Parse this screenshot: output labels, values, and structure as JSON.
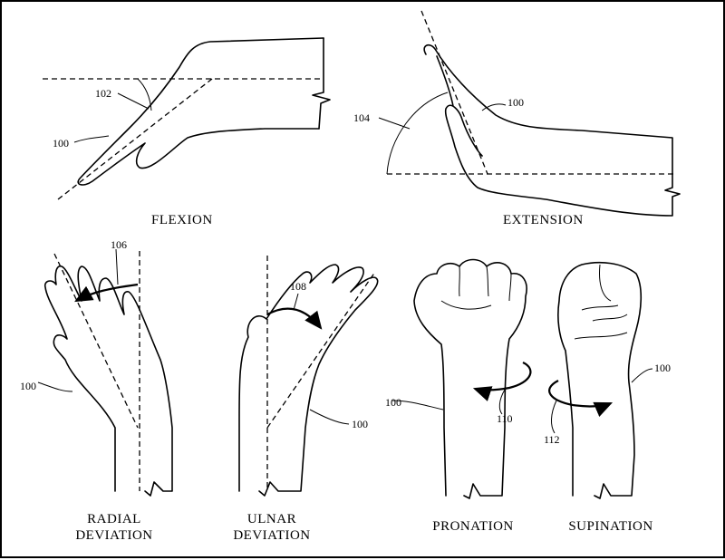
{
  "figures": {
    "flexion": {
      "caption": "FLEXION",
      "angle_ref": "102",
      "hand_ref": "100"
    },
    "extension": {
      "caption": "EXTENSION",
      "angle_ref": "104",
      "hand_ref": "100"
    },
    "radial": {
      "caption_line1": "RADIAL",
      "caption_line2": "DEVIATION",
      "angle_ref": "106",
      "hand_ref": "100"
    },
    "ulnar": {
      "caption_line1": "ULNAR",
      "caption_line2": "DEVIATION",
      "angle_ref": "108",
      "hand_ref": "100"
    },
    "pronation": {
      "caption": "PRONATION",
      "rotation_ref": "110",
      "hand_ref": "100"
    },
    "supination": {
      "caption": "SUPINATION",
      "rotation_ref": "112",
      "hand_ref": "100"
    }
  }
}
